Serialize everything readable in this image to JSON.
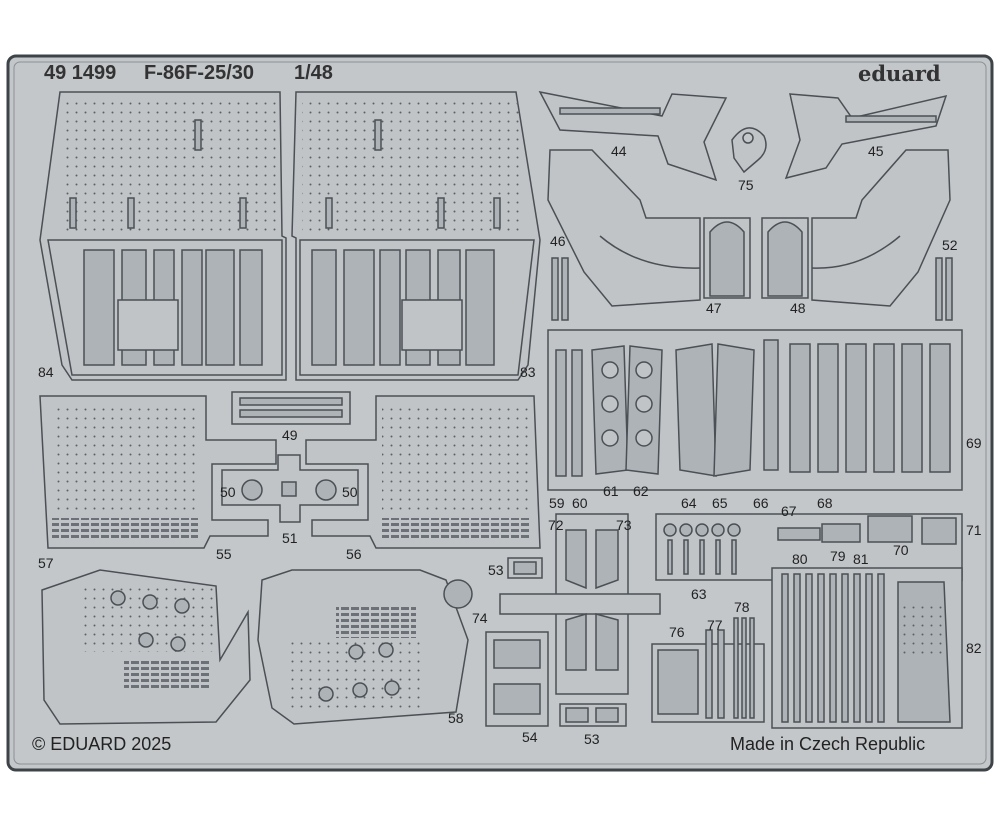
{
  "header": {
    "part_number": "49 1499",
    "model": "F-86F-25/30",
    "scale": "1/48",
    "brand": "eduard"
  },
  "footer": {
    "copyright": "© EDUARD 2025",
    "origin": "Made in Czech Republic"
  },
  "part_labels": {
    "p44": "44",
    "p45": "45",
    "p46": "46",
    "p47": "47",
    "p48": "48",
    "p49": "49",
    "p50a": "50",
    "p50b": "50",
    "p51": "51",
    "p52": "52",
    "p53a": "53",
    "p53b": "53",
    "p54": "54",
    "p55": "55",
    "p56": "56",
    "p57": "57",
    "p58": "58",
    "p59": "59",
    "p60": "60",
    "p61": "61",
    "p62": "62",
    "p63": "63",
    "p64": "64",
    "p65": "65",
    "p66": "66",
    "p67": "67",
    "p68": "68",
    "p69": "69",
    "p70": "70",
    "p71": "71",
    "p72": "72",
    "p73": "73",
    "p74": "74",
    "p75": "75",
    "p76": "76",
    "p77": "77",
    "p78": "78",
    "p79": "79",
    "p80": "80",
    "p81": "81",
    "p82": "82",
    "p83": "83",
    "p84": "84"
  },
  "colors": {
    "fret_fill": "#c3c7ca",
    "fret_edge": "#3e4347",
    "part_fill": "#c0c4c7",
    "etch_fill": "#aeb3b7",
    "line": "#50565b"
  }
}
